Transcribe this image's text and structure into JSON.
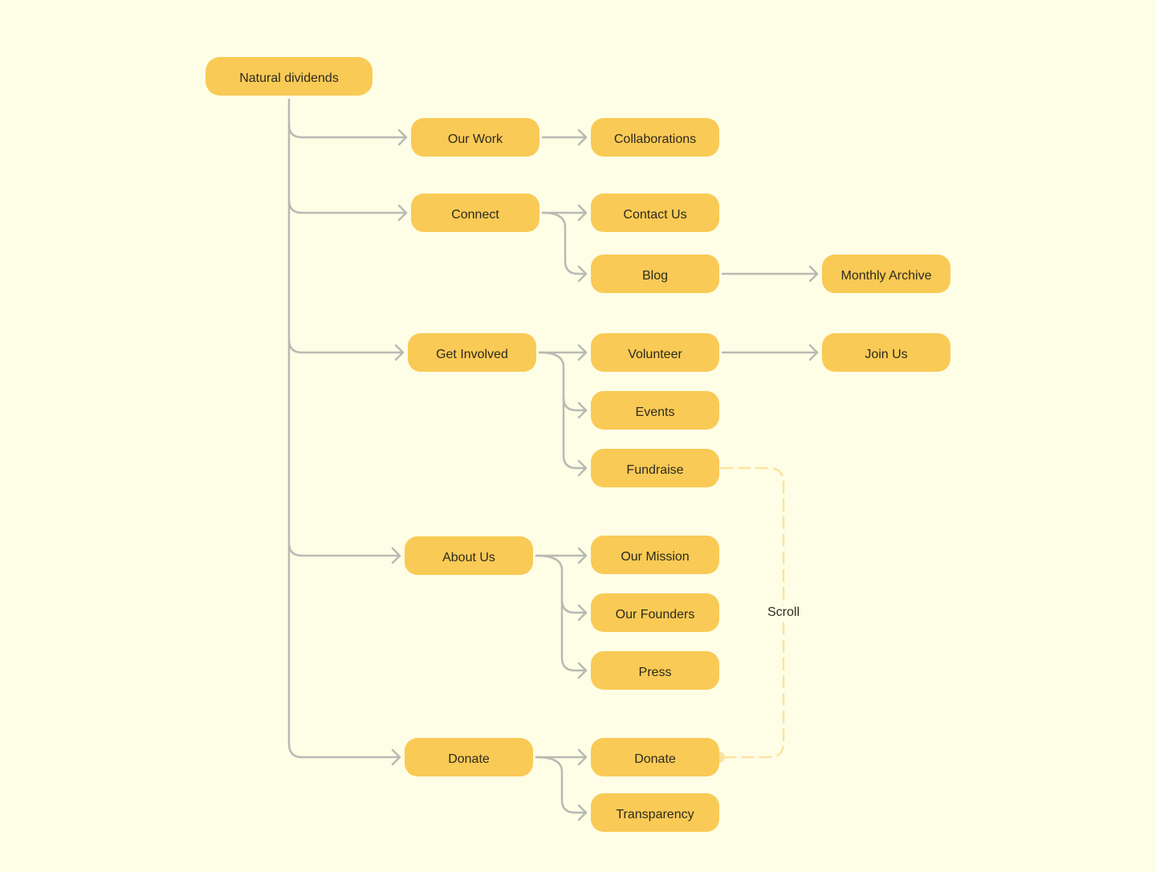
{
  "colors": {
    "background": "#fefee6",
    "node_fill": "#f9ca55",
    "connector": "#b9b9b4",
    "scroll_link": "#fbe3a0",
    "text": "#2e2a1e"
  },
  "root": {
    "label": "Natural dividends"
  },
  "sections": [
    {
      "label": "Our Work",
      "children": [
        {
          "label": "Collaborations"
        }
      ]
    },
    {
      "label": "Connect",
      "children": [
        {
          "label": "Contact Us"
        },
        {
          "label": "Blog",
          "children": [
            {
              "label": "Monthly Archive"
            }
          ]
        }
      ]
    },
    {
      "label": "Get Involved",
      "children": [
        {
          "label": "Volunteer",
          "children": [
            {
              "label": "Join Us"
            }
          ]
        },
        {
          "label": "Events"
        },
        {
          "label": "Fundraise"
        }
      ]
    },
    {
      "label": "About Us",
      "children": [
        {
          "label": "Our Mission"
        },
        {
          "label": "Our Founders"
        },
        {
          "label": "Press"
        }
      ]
    },
    {
      "label": "Donate",
      "children": [
        {
          "label": "Donate"
        },
        {
          "label": "Transparency"
        }
      ]
    }
  ],
  "scroll_link": {
    "label": "Scroll",
    "from": "Fundraise",
    "to": "Donate"
  }
}
